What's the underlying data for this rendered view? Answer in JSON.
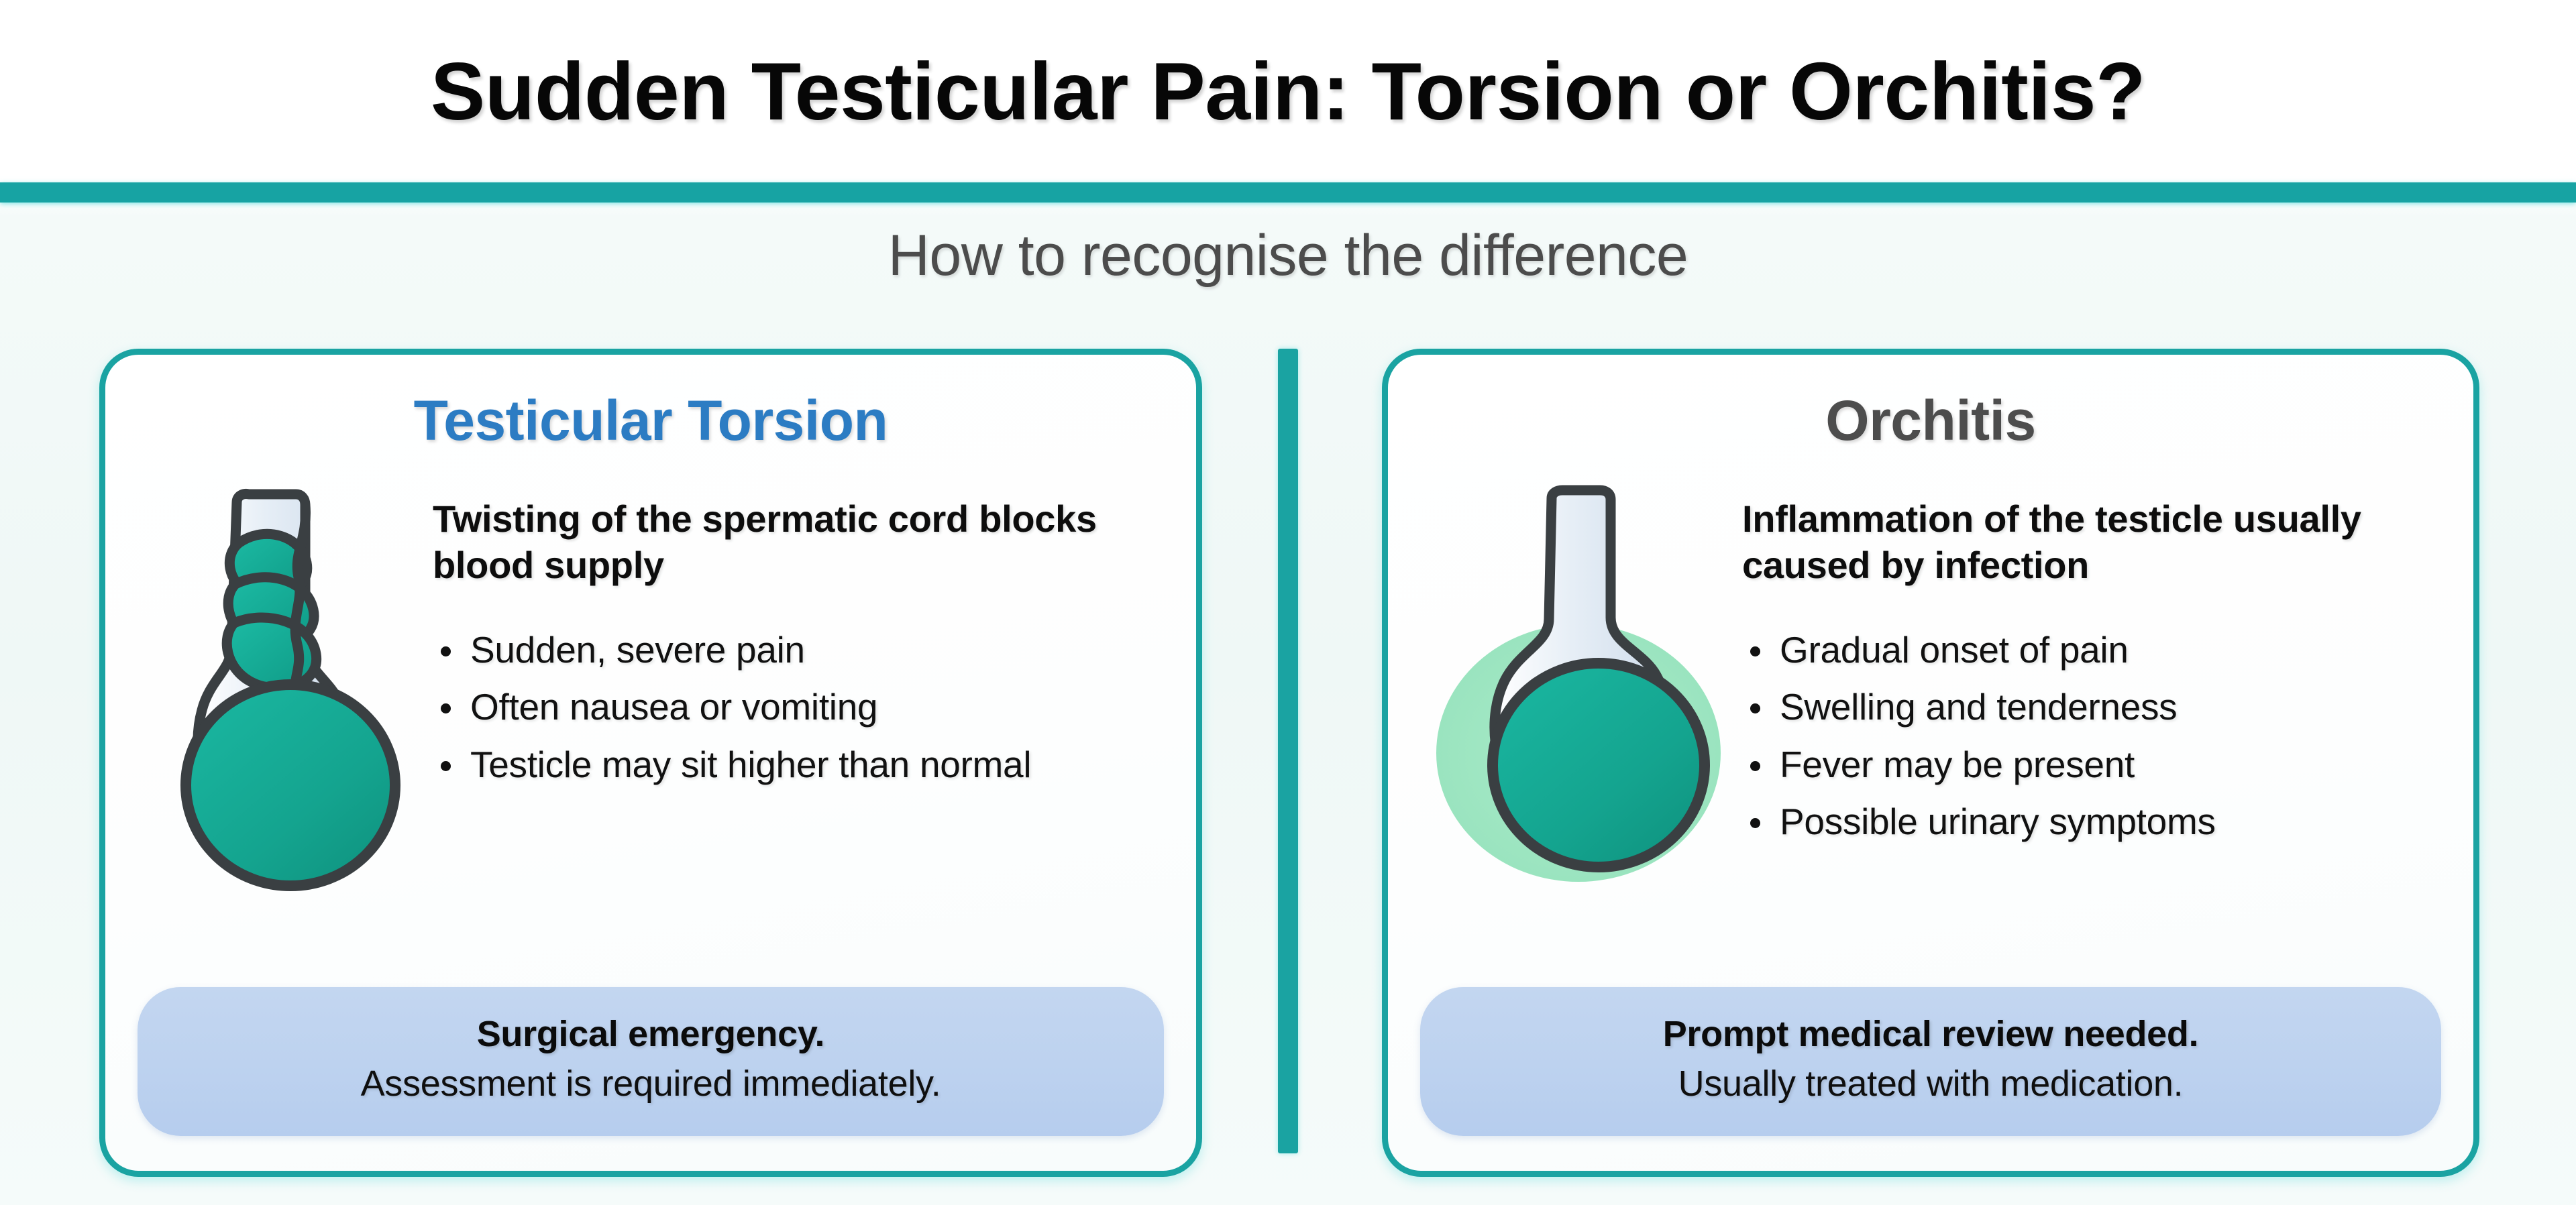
{
  "header": {
    "title": "Sudden Testicular Pain: Torsion or Orchitis?",
    "subtitle": "How to recognise the difference",
    "rule_color": "#17a3a3"
  },
  "theme": {
    "teal": "#1aa3a2",
    "card_border": "#1aa3a2",
    "torsion_title_color": "#2c7cc3",
    "orchitis_title_color": "#4d4d4d",
    "callout_bg": "#bdd2ef",
    "organ_teal": "#16a894",
    "cord_light": "#dfe9f3",
    "outline_dark": "#3a3f42",
    "inflammation_halo": "#9fe6c2",
    "page_bg": "#eff8f6"
  },
  "cards": [
    {
      "id": "torsion",
      "title": "Testicular Torsion",
      "figure_name": "testicular-torsion-illustration",
      "lead": "Twisting of the spermatic cord blocks blood supply",
      "bullets": [
        "Sudden, severe pain",
        "Often nausea or vomiting",
        "Testicle may sit higher than normal"
      ],
      "callout": {
        "strong": "Surgical emergency.",
        "sub": "Assessment is required immediately."
      }
    },
    {
      "id": "orchitis",
      "title": "Orchitis",
      "figure_name": "orchitis-illustration",
      "lead": "Inflammation of the testicle usually caused by infection",
      "bullets": [
        "Gradual onset of pain",
        "Swelling and tenderness",
        "Fever may be present",
        "Possible urinary symptoms"
      ],
      "callout": {
        "strong": "Prompt medical review needed.",
        "sub": "Usually treated with medication."
      }
    }
  ]
}
